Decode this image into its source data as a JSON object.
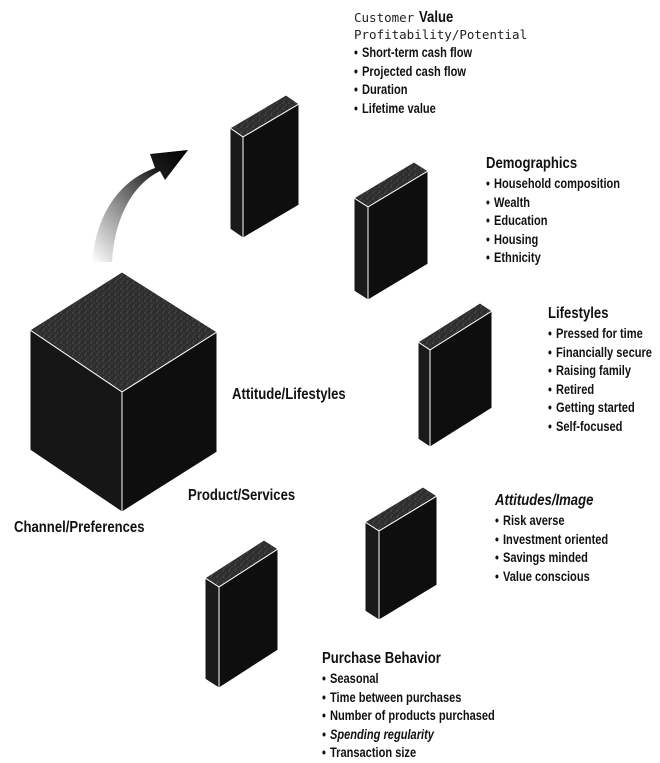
{
  "central_cube": {
    "face_labels": {
      "top_right": "Attitude/Lifestyles",
      "front": "Product/Services",
      "left": "Channel/Preferences"
    }
  },
  "segments": {
    "customer_value": {
      "title_prefix": "Customer",
      "title_emphasis": "Value",
      "subtitle": "Profitability/Potential",
      "items": [
        "Short-term cash flow",
        "Projected cash flow",
        "Duration",
        "Lifetime value"
      ]
    },
    "demographics": {
      "title": "Demographics",
      "items": [
        "Household composition",
        "Wealth",
        "Education",
        "Housing",
        "Ethnicity"
      ]
    },
    "lifestyles": {
      "title": "Lifestyles",
      "items": [
        "Pressed for time",
        "Financially secure",
        "Raising family",
        "Retired",
        "Getting started",
        "Self-focused"
      ]
    },
    "attitudes_image": {
      "title": "Attitudes/Image",
      "items": [
        "Risk averse",
        "Investment oriented",
        "Savings minded",
        "Value conscious"
      ]
    },
    "purchase_behavior": {
      "title": "Purchase Behavior",
      "items": [
        "Seasonal",
        "Time between purchases",
        "Number of products purchased",
        "Spending regularity",
        "Transaction size"
      ]
    }
  },
  "colors": {
    "cube_face": "#141414",
    "cube_top": "#3a3a3a",
    "edge": "#ffffff"
  }
}
